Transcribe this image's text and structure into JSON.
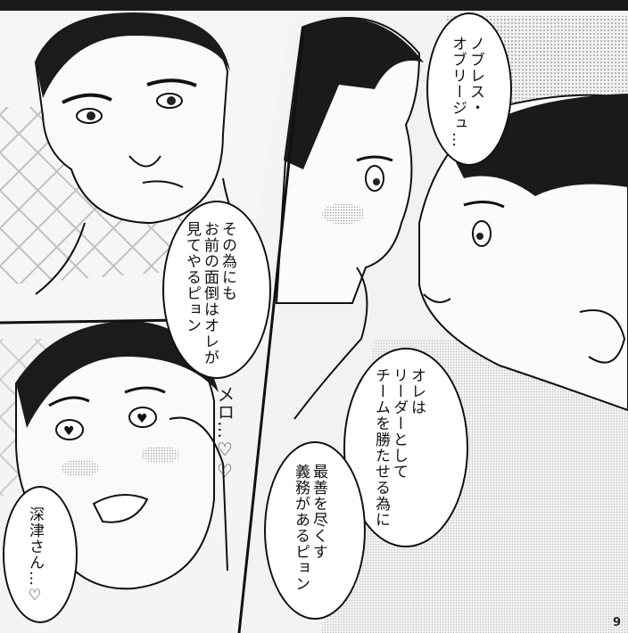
{
  "bubbles": {
    "noblesse": "ノブレス・\nオブリージュ…",
    "sonotame": "その為にも\nお前の面倒はオレが\n見てやるピョン",
    "leader": "オレは\nリーダーとして\nチームを勝たせる為に",
    "saizen": "最善を尽くす\n義務があるピョン",
    "fukatsu": "深津さん…♡"
  },
  "sfx": {
    "mero": "メロ…♡♡"
  },
  "page_number": "9"
}
